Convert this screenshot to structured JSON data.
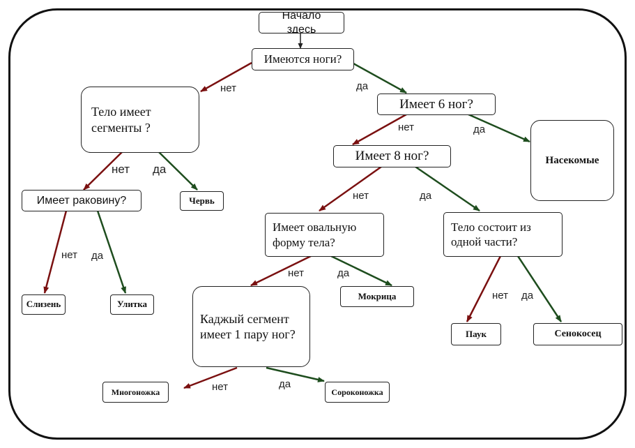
{
  "nodes": {
    "start": "Начало здесь",
    "has_legs": "Имеются ноги?",
    "body_segments": "Тело имеет\nсегменты ?",
    "six_legs": "Имеет 6 ног?",
    "insects": "Насекомые",
    "eight_legs": "Имеет 8 ног?",
    "has_shell": "Имеет раковину?",
    "worm": "Червь",
    "oval_body": "Имеет овальную\nформу тела?",
    "one_part_body": "Тело состоит из\nодной части?",
    "slug": "Слизень",
    "snail": "Улитка",
    "segment_pair": "Каджый сегмент\nимеет 1 пару ног?",
    "woodlouse": "Мокрица",
    "spider": "Паук",
    "harvestman": "Сенокосец",
    "millipede": "Многоножка",
    "centipede": "Сороконожка"
  },
  "labels": {
    "no": "нет",
    "yes": "да"
  },
  "colors": {
    "no_arrow": "#7a1010",
    "yes_arrow": "#1e4d1e",
    "neutral_arrow": "#222222"
  }
}
